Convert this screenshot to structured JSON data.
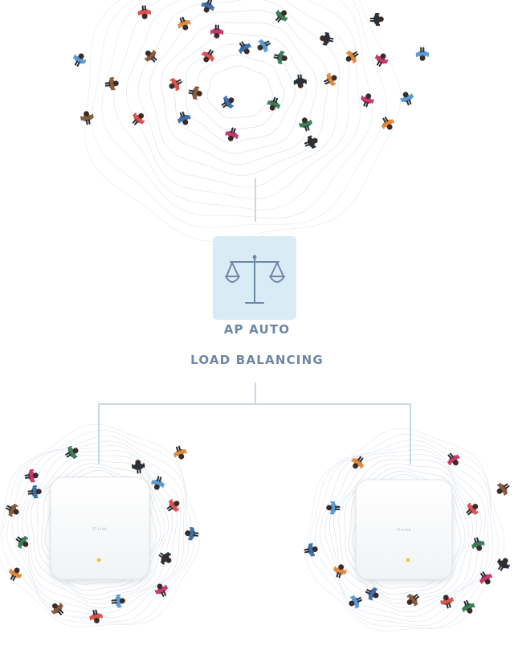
{
  "feature": {
    "title_line_1": "AP AUTO",
    "title_line_2": "LOAD BALANCING",
    "icon": "balance-scale-icon",
    "accent_color": "#6d87a6",
    "icon_tile_color": "#d9ebf5",
    "connector_color": "#c6d8ea"
  },
  "access_points": [
    {
      "name": "access-point-left",
      "brand": "D-Link",
      "status_led_color": "#f2c230"
    },
    {
      "name": "access-point-right",
      "brand": "D-Link",
      "status_led_color": "#f2c230"
    }
  ],
  "crowds": {
    "icon": "person-icon",
    "palette": [
      "#d9534f",
      "#3f6fa8",
      "#3c7d5a",
      "#2b2f36",
      "#e08a3c",
      "#c23b6b",
      "#5a9bd4",
      "#8a5a3c"
    ]
  }
}
